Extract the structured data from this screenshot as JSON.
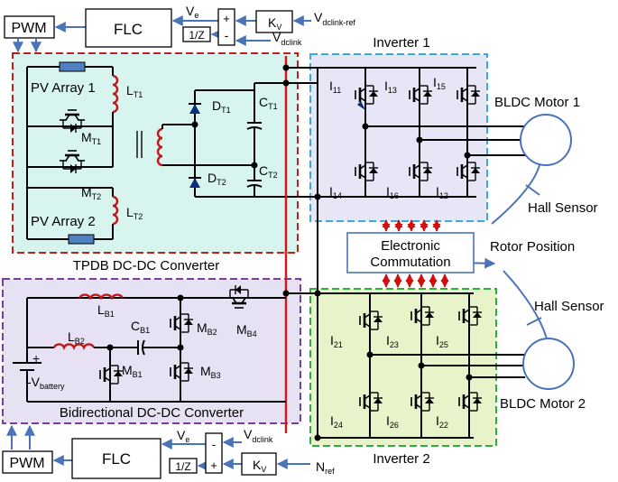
{
  "labels": {
    "pwm_top": "PWM",
    "flc_top": "FLC",
    "ve_top": "V",
    "ve_top_sub": "e",
    "kv_top": "K",
    "kv_top_sub": "V",
    "vdclink_ref": "V",
    "vdclink_ref_sub": "dclink-ref",
    "vdclink_top": "V",
    "vdclink_top_sub": "dclink",
    "invz_top": "1/Z",
    "plus_top": "+",
    "minus_top": "-",
    "pv1": "PV Array 1",
    "pv2": "PV Array 2",
    "lt1": "L",
    "lt1_sub": "T1",
    "lt2": "L",
    "lt2_sub": "T2",
    "mt1": "M",
    "mt1_sub": "T1",
    "mt2": "M",
    "mt2_sub": "T2",
    "dt1": "D",
    "dt1_sub": "T1",
    "dt2": "D",
    "dt2_sub": "T2",
    "ct1": "C",
    "ct1_sub": "T1",
    "ct2": "C",
    "ct2_sub": "T2",
    "tpdb": "TPDB DC-DC Converter",
    "inverter1": "Inverter 1",
    "inverter2": "Inverter 2",
    "motor1": "BLDC Motor 1",
    "motor2": "BLDC Motor 2",
    "hall1": "Hall Sensor",
    "hall2": "Hall Sensor",
    "rotor": "Rotor Position",
    "ec_line1": "Electronic",
    "ec_line2": "Commutation",
    "i11": "I",
    "i11_sub": "11",
    "i13": "I",
    "i13_sub": "13",
    "i15": "I",
    "i15_sub": "15",
    "i14": "I",
    "i14_sub": "14",
    "i16": "I",
    "i16_sub": "16",
    "i12": "I",
    "i12_sub": "12",
    "i21": "I",
    "i21_sub": "21",
    "i23": "I",
    "i23_sub": "23",
    "i25": "I",
    "i25_sub": "25",
    "i24": "I",
    "i24_sub": "24",
    "i26": "I",
    "i26_sub": "26",
    "i22": "I",
    "i22_sub": "22",
    "lb1": "L",
    "lb1_sub": "B1",
    "lb2": "L",
    "lb2_sub": "B2",
    "cb1": "C",
    "cb1_sub": "B1",
    "mb1": "M",
    "mb1_sub": "B1",
    "mb2": "M",
    "mb2_sub": "B2",
    "mb3": "M",
    "mb3_sub": "B3",
    "mb4": "M",
    "mb4_sub": "B4",
    "vbatt": "-V",
    "vbatt_sub": "battery",
    "batt_plus": "+",
    "bidir": "Bidirectional DC-DC Converter",
    "pwm_bot": "PWM",
    "flc_bot": "FLC",
    "ve_bot": "V",
    "ve_bot_sub": "e",
    "vdclink_bot": "V",
    "vdclink_bot_sub": "dclink",
    "invz_bot": "1/Z",
    "kv_bot": "K",
    "kv_bot_sub": "V",
    "nref": "N",
    "nref_sub": "ref",
    "plus_bot": "+",
    "minus_bot": "-"
  },
  "colors": {
    "tpdb_fill": "#d8f4ef",
    "tpdb_border": "#c01d1d",
    "bidir_fill": "#e6e2f4",
    "bidir_border": "#7a3d9c",
    "inv1_fill": "#e6e6f6",
    "inv1_border": "#3aa9e0",
    "inv2_fill": "#e9f3c9",
    "inv2_border": "#2eae3e",
    "arrow": "#4a73b8",
    "dclink": "#cc1b1b",
    "pv_fill": "#4f80c0",
    "ec_arrows": "#d10f0f"
  }
}
